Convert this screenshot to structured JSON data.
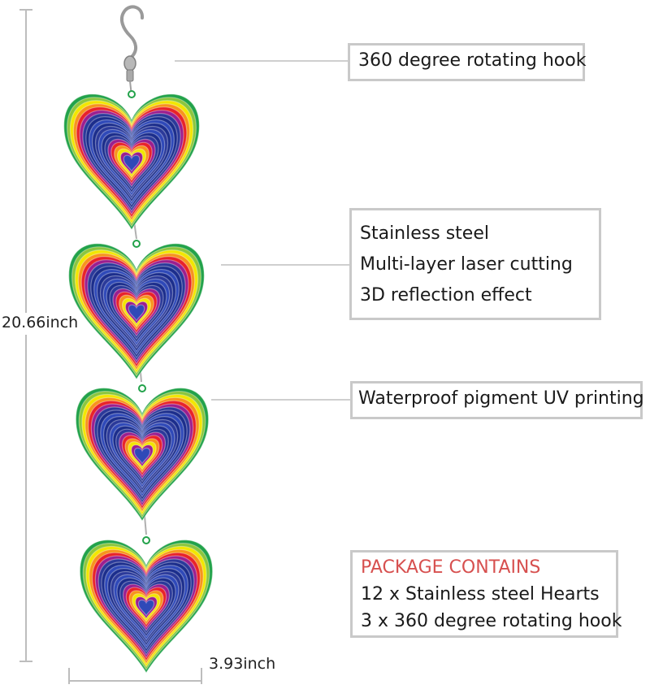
{
  "callouts": {
    "hook": "360 degree rotating hook",
    "material": [
      "Stainless steel",
      "Multi-layer laser cutting",
      "3D reflection effect"
    ],
    "printing": "Waterproof pigment UV printing",
    "package": {
      "title": "PACKAGE CONTAINS",
      "items": [
        "12 x Stainless steel Hearts",
        "3 x 360 degree rotating hook"
      ]
    }
  },
  "dimensions": {
    "height": "20.66inch",
    "width": "3.93inch"
  },
  "colors": {
    "callout_border": "#c9c9c9",
    "package_title": "#d7504f",
    "heart_rings": [
      "#22a24a",
      "#8cc63f",
      "#f2e600",
      "#f7941d",
      "#e8232a",
      "#9b1f8f",
      "#2b3a9a",
      "#1c2e8c",
      "#2f49b8"
    ]
  },
  "icons": [
    "s-hook-icon",
    "swivel-icon",
    "heart-spinner-icon"
  ]
}
